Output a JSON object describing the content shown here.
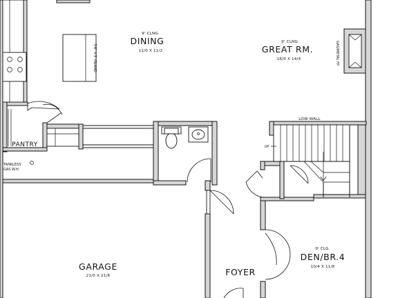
{
  "rooms": {
    "dining": {
      "ceiling": "9' CLNG.",
      "name": "DINING",
      "dims": "11/0 X 11/2"
    },
    "great_room": {
      "ceiling": "9' CLNG.",
      "name": "GREAT RM.",
      "dims": "16/0 X 14/4"
    },
    "garage": {
      "name": "GARAGE",
      "dims": "21/0 X 21/6"
    },
    "foyer": {
      "name": "FOYER"
    },
    "den": {
      "ceiling": "9' CLG.",
      "name": "DEN/BR.4",
      "dims": "10/4 X 11/8"
    },
    "pantry": {
      "name": "PANTRY"
    }
  },
  "notes": {
    "island": "3'6\" X 5' ISLAND",
    "fireplace": "GAS/METAL FP",
    "low_wall": "LOW WALL",
    "up": "UP",
    "tankless_1": "TANKLESS",
    "tankless_2": "GAS W.H."
  }
}
